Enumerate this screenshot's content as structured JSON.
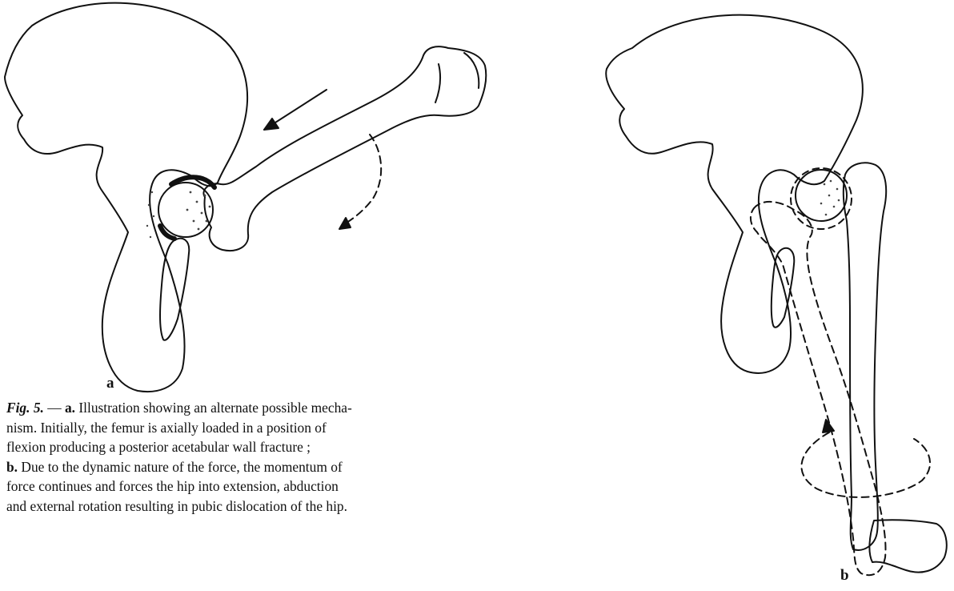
{
  "figure": {
    "number": "Fig. 5.",
    "dash": " — ",
    "panel_a_label": "a",
    "panel_b_label": "b",
    "caption_a_marker": "a.",
    "caption_b_marker": "b.",
    "caption_lines": [
      " Illustration showing an alternate possible mecha-",
      "nism. Initially, the femur is axially loaded in a position of",
      "flexion producing a posterior acetabular wall fracture ;",
      " Due to the dynamic nature of the force, the momentum of",
      "force continues and forces the hip into extension, abduction",
      "and external rotation resulting in pubic dislocation of the hip."
    ]
  }
}
